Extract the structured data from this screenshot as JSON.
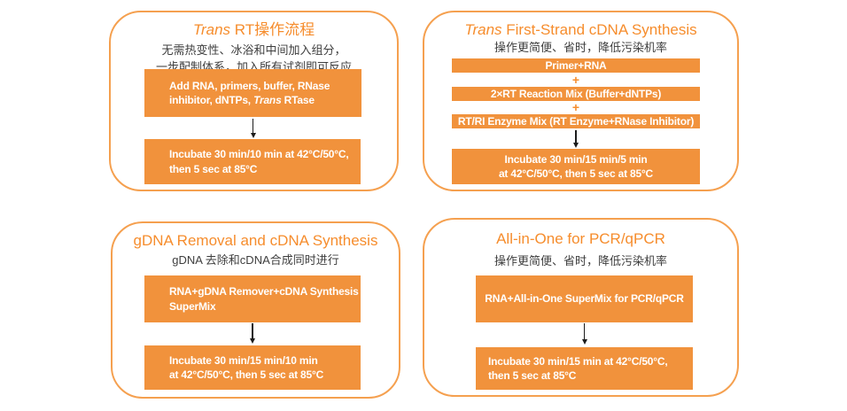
{
  "colors": {
    "accent_orange": "#F68D2D",
    "box_orange": "#F1923C",
    "border_orange": "#F5A04F",
    "dark_text": "#3E3E3E",
    "box_text": "#FFFFFF",
    "arrow": "#1C1C1C"
  },
  "panels": {
    "trans_rt": {
      "title": {
        "italic": "Trans",
        "rest": " RT操作流程"
      },
      "subtitle": [
        "无需热变性、冰浴和中间加入组分，",
        "一步配制体系，加入所有试剂即可反应"
      ],
      "reagent_box": {
        "line1": "Add RNA, primers, buffer, RNase",
        "line2_pre": "inhibitor, dNTPs, ",
        "line2_italic": "Trans",
        "line2_post": " RTase"
      },
      "incubate_box": [
        "Incubate 30 min/10 min at 42°C/50°C,",
        "then 5 sec at 85°C"
      ]
    },
    "first_strand": {
      "title": {
        "italic": "Trans",
        "rest": " First-Strand cDNA Synthesis"
      },
      "subtitle": "操作更简便、省时，降低污染机率",
      "components": [
        "Primer+RNA",
        "2×RT Reaction Mix (Buffer+dNTPs)",
        "RT/RI Enzyme Mix (RT Enzyme+RNase Inhibitor)"
      ],
      "plus": "+",
      "incubate_box": [
        "Incubate 30 min/15 min/5 min",
        "at 42°C/50°C, then 5 sec at 85°C"
      ]
    },
    "gdna_removal": {
      "title": "gDNA Removal and cDNA Synthesis",
      "subtitle": "gDNA 去除和cDNA合成同时进行",
      "reagent_box": [
        "RNA+gDNA Remover+cDNA Synthesis",
        "SuperMix"
      ],
      "incubate_box": [
        "Incubate 30 min/15 min/10 min",
        "at 42°C/50°C, then 5 sec at 85°C"
      ]
    },
    "all_in_one": {
      "title": "All-in-One for PCR/qPCR",
      "subtitle": "操作更简便、省时，降低污染机率",
      "reagent_box": "RNA+All-in-One SuperMix for PCR/qPCR",
      "incubate_box": [
        "Incubate 30 min/15 min at 42°C/50°C,",
        "then 5 sec at 85°C"
      ]
    }
  }
}
